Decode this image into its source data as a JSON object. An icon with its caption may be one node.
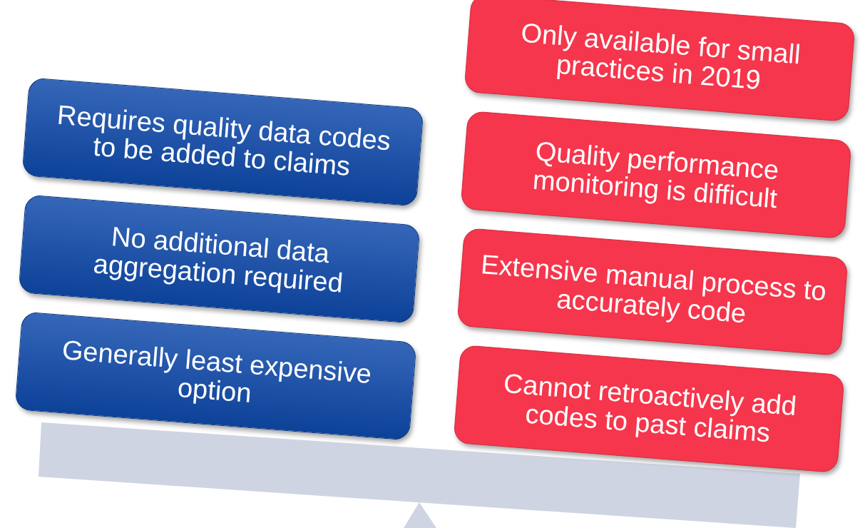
{
  "diagram": {
    "nodes": [
      {
        "text": [
          "Requires quality data codes to be added to claims"
        ]
      },
      {
        "text": [
          "No additional data aggregation required"
        ]
      },
      {
        "text": [
          "Generally least expensive option"
        ]
      },
      {
        "text": [
          "Only available for small practices in 2019"
        ]
      },
      {
        "text": [
          "Quality performance monitoring is difficult"
        ]
      },
      {
        "text": [
          "Extensive manual process to accurately code"
        ]
      },
      {
        "text": [
          "Cannot retroactively add codes to past claims"
        ]
      }
    ]
  }
}
